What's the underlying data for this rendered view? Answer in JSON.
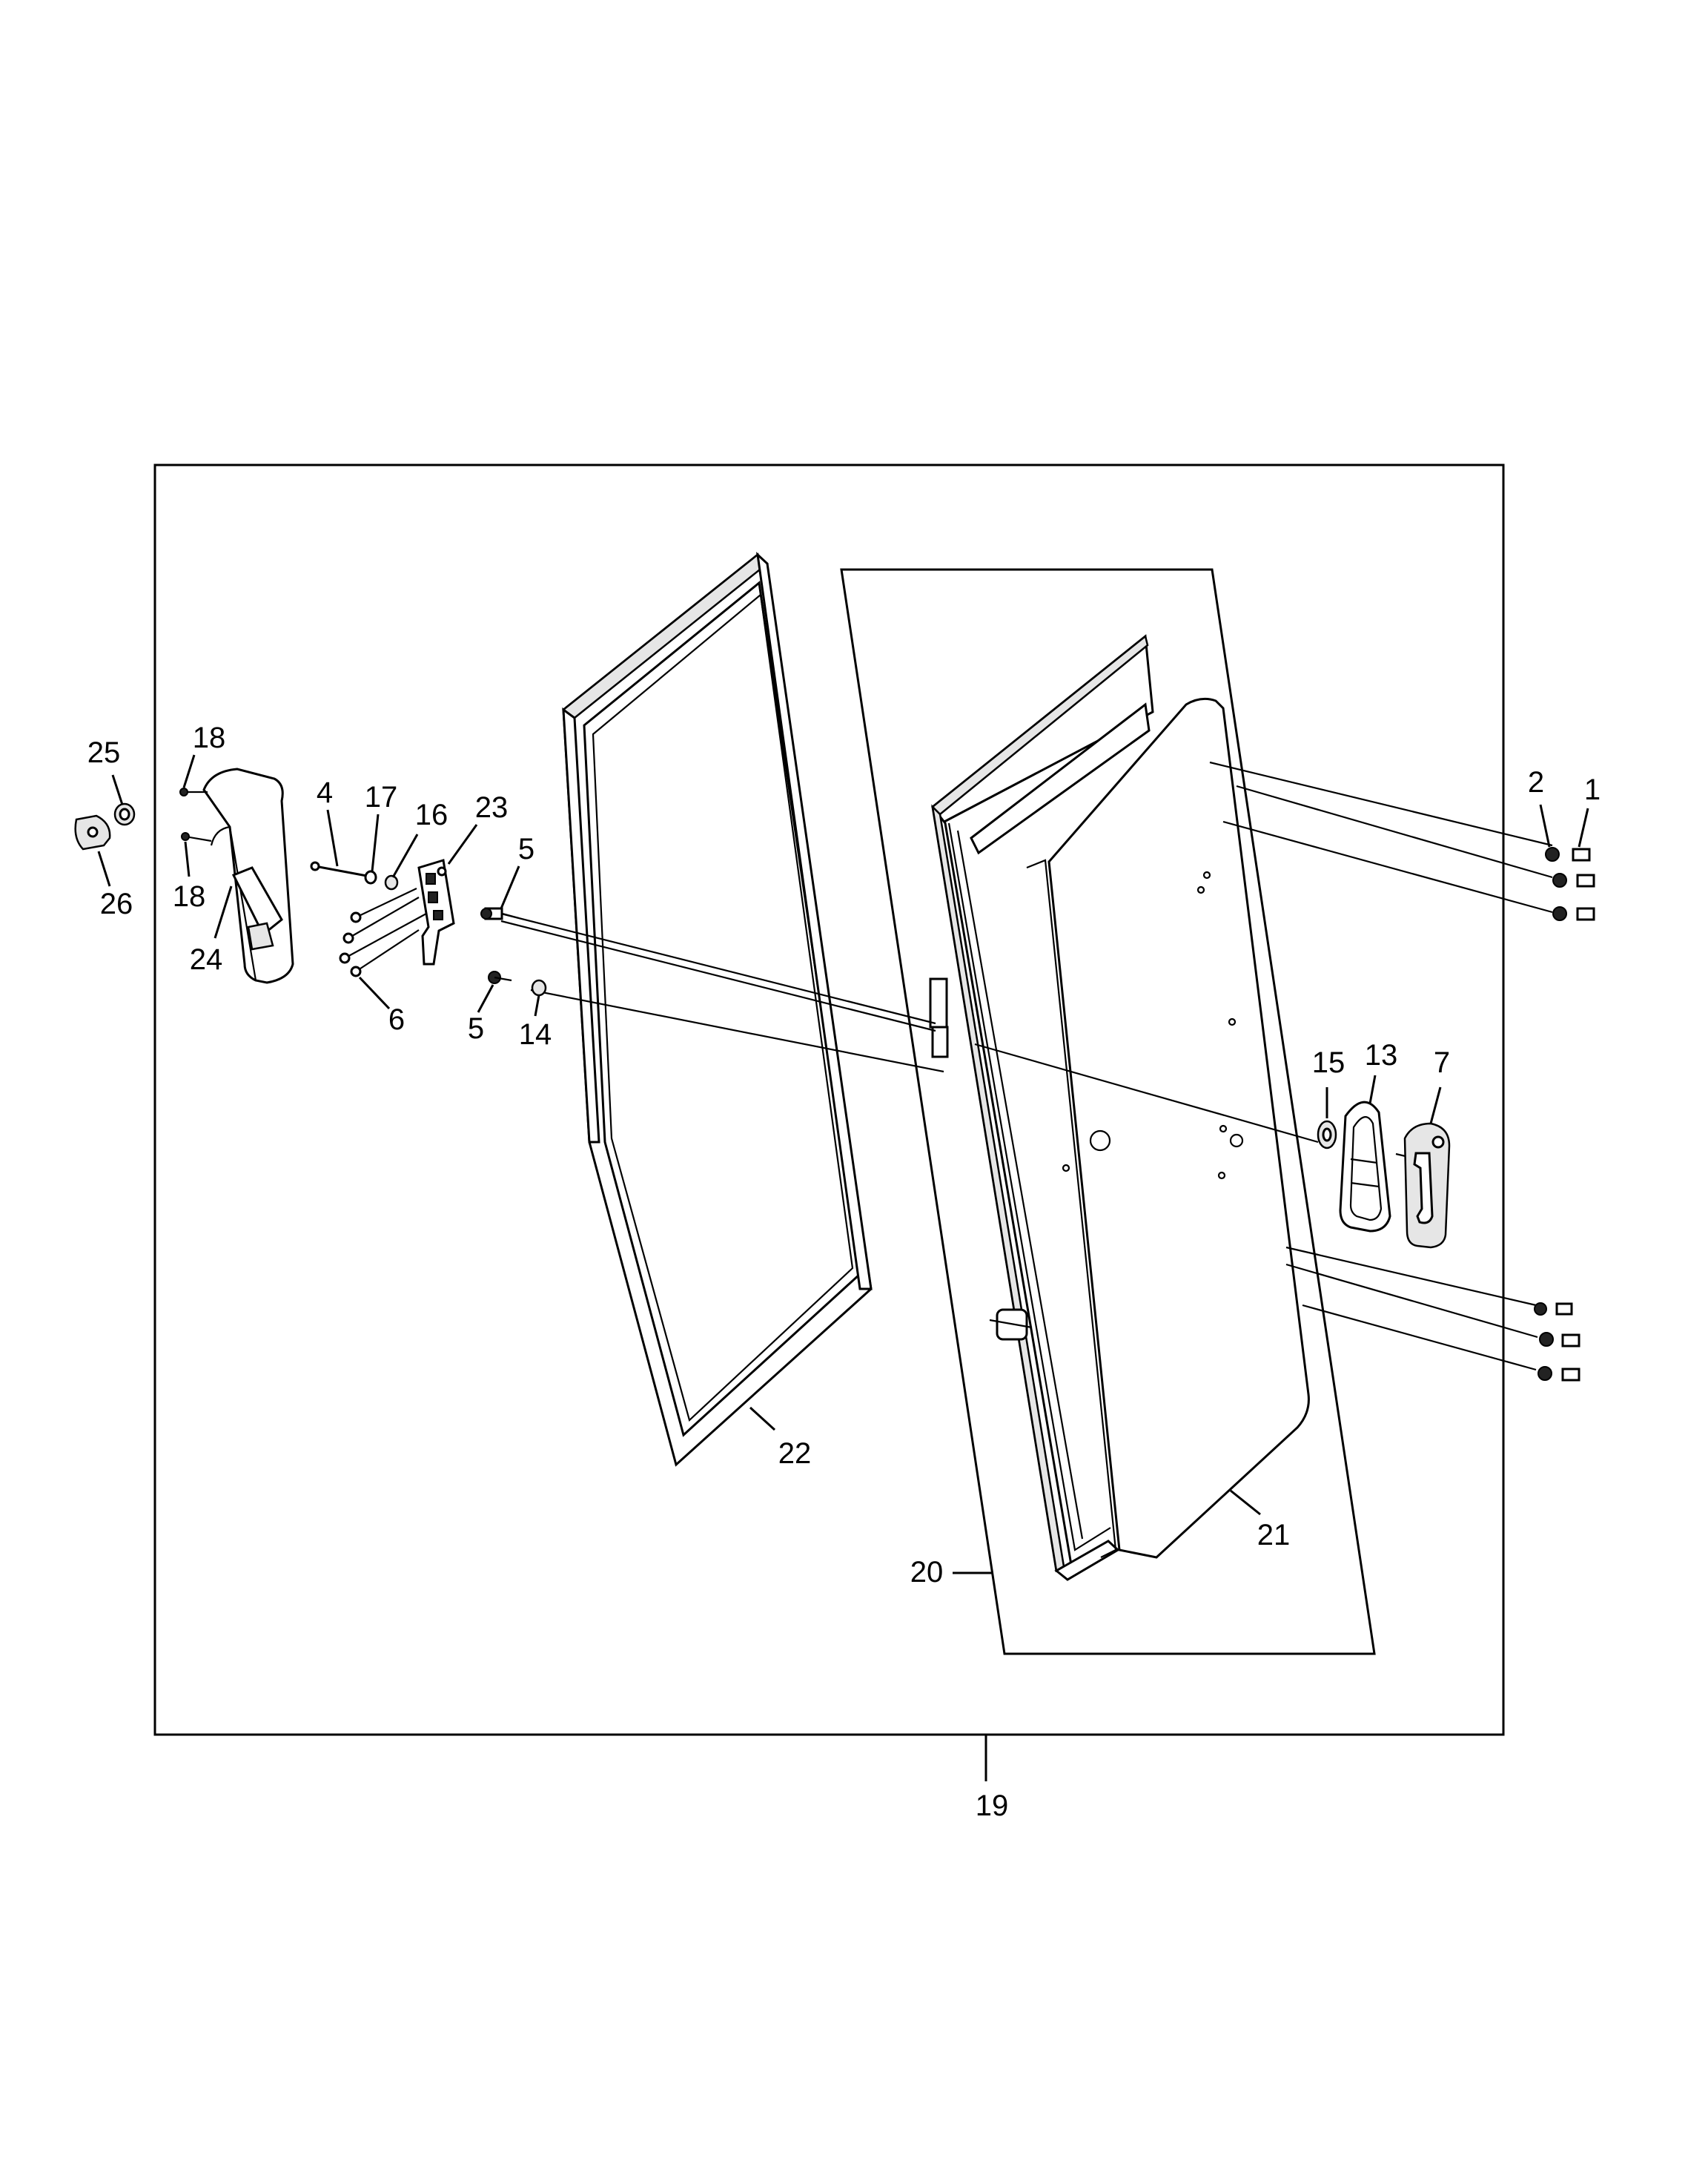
{
  "callouts": {
    "c1": "1",
    "c2": "2",
    "c4": "4",
    "c5a": "5",
    "c5b": "5",
    "c6": "6",
    "c7": "7",
    "c13": "13",
    "c14": "14",
    "c15": "15",
    "c16": "16",
    "c17": "17",
    "c18a": "18",
    "c18b": "18",
    "c19": "19",
    "c20": "20",
    "c21": "21",
    "c22": "22",
    "c23": "23",
    "c24": "24",
    "c25": "25",
    "c26": "26"
  }
}
